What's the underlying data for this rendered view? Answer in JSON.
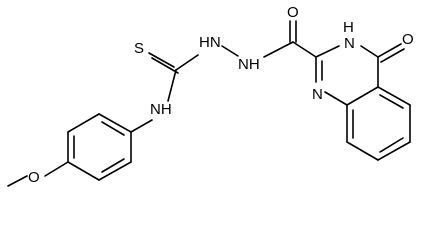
{
  "molecule": {
    "atoms": {
      "o_methoxy": "O",
      "nh_aniline": "NH",
      "s_thione": "S",
      "hn_left": "HN",
      "nh_right": "NH",
      "o_carbonyl": "O",
      "n_ring_lower": "N",
      "hn_ring": "N",
      "h_ring": "H",
      "o_ring": "O"
    },
    "colors": {
      "stroke": "#000000",
      "background": "#ffffff"
    }
  }
}
